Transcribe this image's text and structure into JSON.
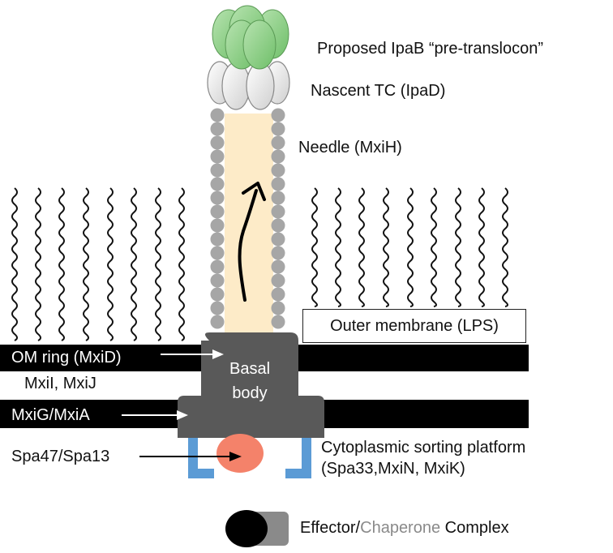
{
  "labels": {
    "pretranslocon": "Proposed IpaB “pre-translocon”",
    "nascent_tc": "Nascent TC (IpaD)",
    "needle": "Needle (MxiH)",
    "outer_membrane": "Outer membrane (LPS)",
    "om_ring": "OM ring (MxiD)",
    "basal_line1": "Basal",
    "basal_line2": "body",
    "mxii_mxij": "MxiI, MxiJ",
    "mxig_mxia": "MxiG/MxiA",
    "spa47": "Spa47/Spa13",
    "sorting_line1": "Cytoplasmic sorting platform",
    "sorting_line2": "(Spa33,MxiN, MxiK)"
  },
  "legend": {
    "effector": "Effector/",
    "chaperone": "Chaperone",
    "complex": " Complex"
  },
  "colors": {
    "ipab_green": "#8fcf8a",
    "ipad_white": "#f2f2f2",
    "needle_bead": "#a6a6a6",
    "channel": "#fdebc8",
    "basal_body": "#595959",
    "membrane_bar": "#000000",
    "sorting_blue": "#5b9bd5",
    "atpase_orange": "#f4826a",
    "chaperone_gray": "#8a8a8a"
  }
}
